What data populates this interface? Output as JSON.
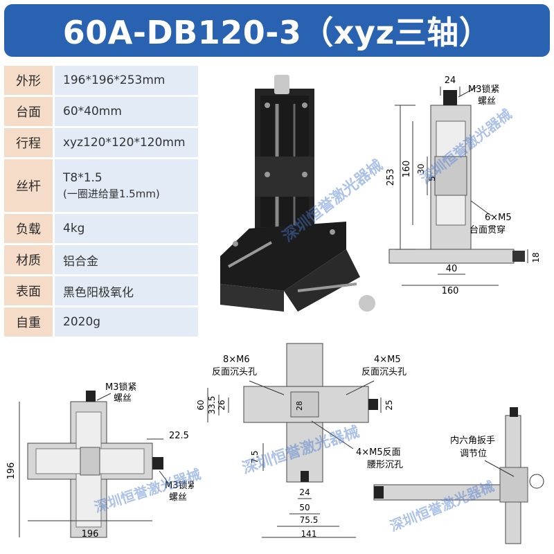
{
  "title": "60A-DB120-3（xyz三轴）",
  "specs": [
    {
      "label": "外形",
      "value": "196*196*253mm"
    },
    {
      "label": "台面",
      "value": "60*40mm"
    },
    {
      "label": "行程",
      "value": "xyz120*120*120mm"
    },
    {
      "label": "丝杆",
      "value": "T8*1.5",
      "note": "(一圈进给量1.5mm)"
    },
    {
      "label": "负载",
      "value": "4kg"
    },
    {
      "label": "材质",
      "value": "铝合金"
    },
    {
      "label": "表面",
      "value": "黑色阳极氧化"
    },
    {
      "label": "自重",
      "value": "2020g"
    }
  ],
  "watermark": "深圳恒誉激光器械",
  "front_view": {
    "top_width": "24",
    "lock_screw_1": "M3锁紧",
    "lock_screw_2": "螺丝",
    "height_total": "253",
    "height_travel": "160",
    "height_30": "30",
    "height_5": "5",
    "hole_label_1": "6×M5",
    "hole_label_2": "台面贯穿",
    "base_18": "18",
    "base_40": "40",
    "base_160": "160"
  },
  "top_view_left": {
    "lock_1": "M3锁紧",
    "lock_2": "螺丝",
    "dim_22_5": "22.5",
    "lock_3": "M3锁紧",
    "lock_4": "螺丝",
    "height_196": "196",
    "width_196": "196"
  },
  "top_view_center": {
    "m6_1": "8×M6",
    "m6_2": "反面沉头孔",
    "m5_1": "4×M5",
    "m5_2": "反面沉头孔",
    "slot_1": "4×M5反面",
    "slot_2": "腰形沉孔",
    "d60": "60",
    "d33_5": "33.5",
    "d26": "26",
    "d28": "28",
    "d25": "25",
    "d7_5": "7.5",
    "d24": "24",
    "d50": "50",
    "d75_5": "75.5",
    "d141": "141"
  },
  "side_view_right": {
    "hex_1": "内六角扳手",
    "hex_2": "调节位"
  },
  "colors": {
    "banner": "#2a62b2",
    "label_bg": "#f5dcc8",
    "value_bg": "#e3ebf6",
    "dim": "#333333"
  }
}
